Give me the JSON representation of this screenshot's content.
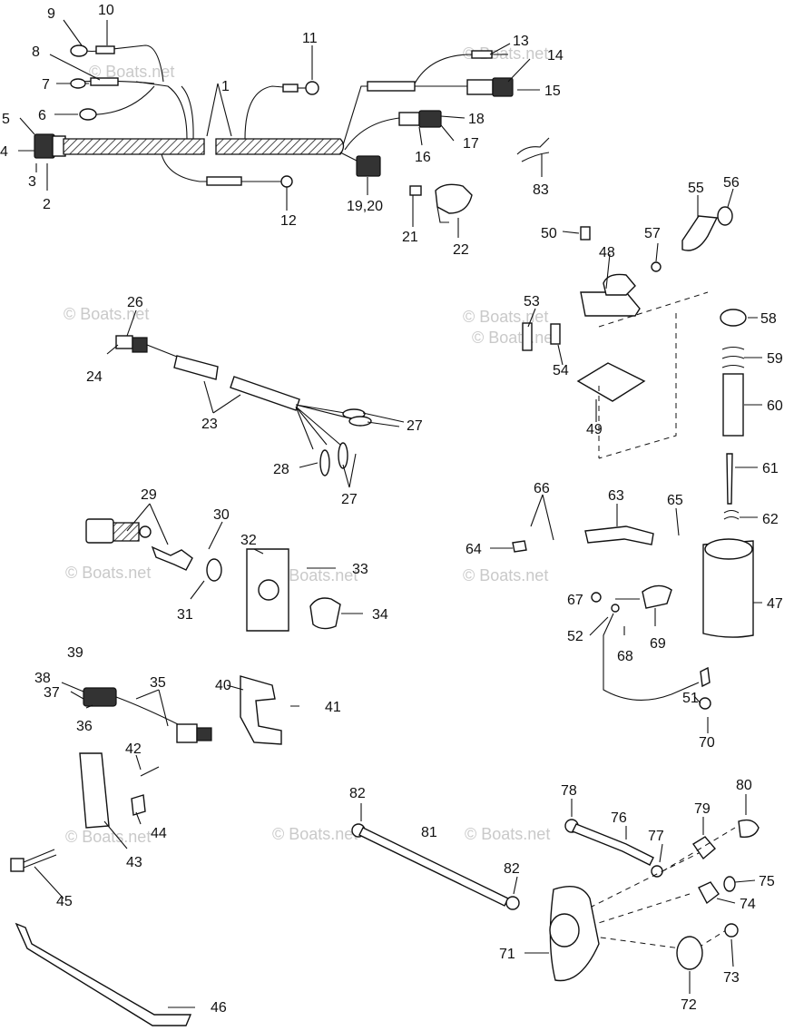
{
  "watermarks": [
    "© Boats.net",
    "© Boats.net",
    "© Boats.net",
    "© Boats.net",
    "© Boats.net",
    "© Boats.net",
    "© Boats.net",
    "© Boats.net",
    "© Boats.net",
    "© Boats.net",
    "© Boats.net"
  ],
  "callouts": [
    "1",
    "2",
    "3",
    "4",
    "5",
    "6",
    "7",
    "8",
    "9",
    "10",
    "11",
    "12",
    "13",
    "14",
    "15",
    "16",
    "17",
    "18",
    "19,20",
    "21",
    "22",
    "23",
    "24",
    "26",
    "27",
    "27",
    "28",
    "29",
    "30",
    "31",
    "32",
    "33",
    "34",
    "35",
    "36",
    "37",
    "38",
    "39",
    "40",
    "41",
    "42",
    "43",
    "44",
    "45",
    "46",
    "47",
    "48",
    "49",
    "50",
    "51",
    "52",
    "53",
    "54",
    "55",
    "56",
    "57",
    "58",
    "59",
    "60",
    "61",
    "62",
    "63",
    "64",
    "65",
    "66",
    "67",
    "68",
    "69",
    "70",
    "71",
    "72",
    "73",
    "74",
    "75",
    "76",
    "77",
    "78",
    "79",
    "80",
    "81",
    "82",
    "82",
    "83"
  ]
}
